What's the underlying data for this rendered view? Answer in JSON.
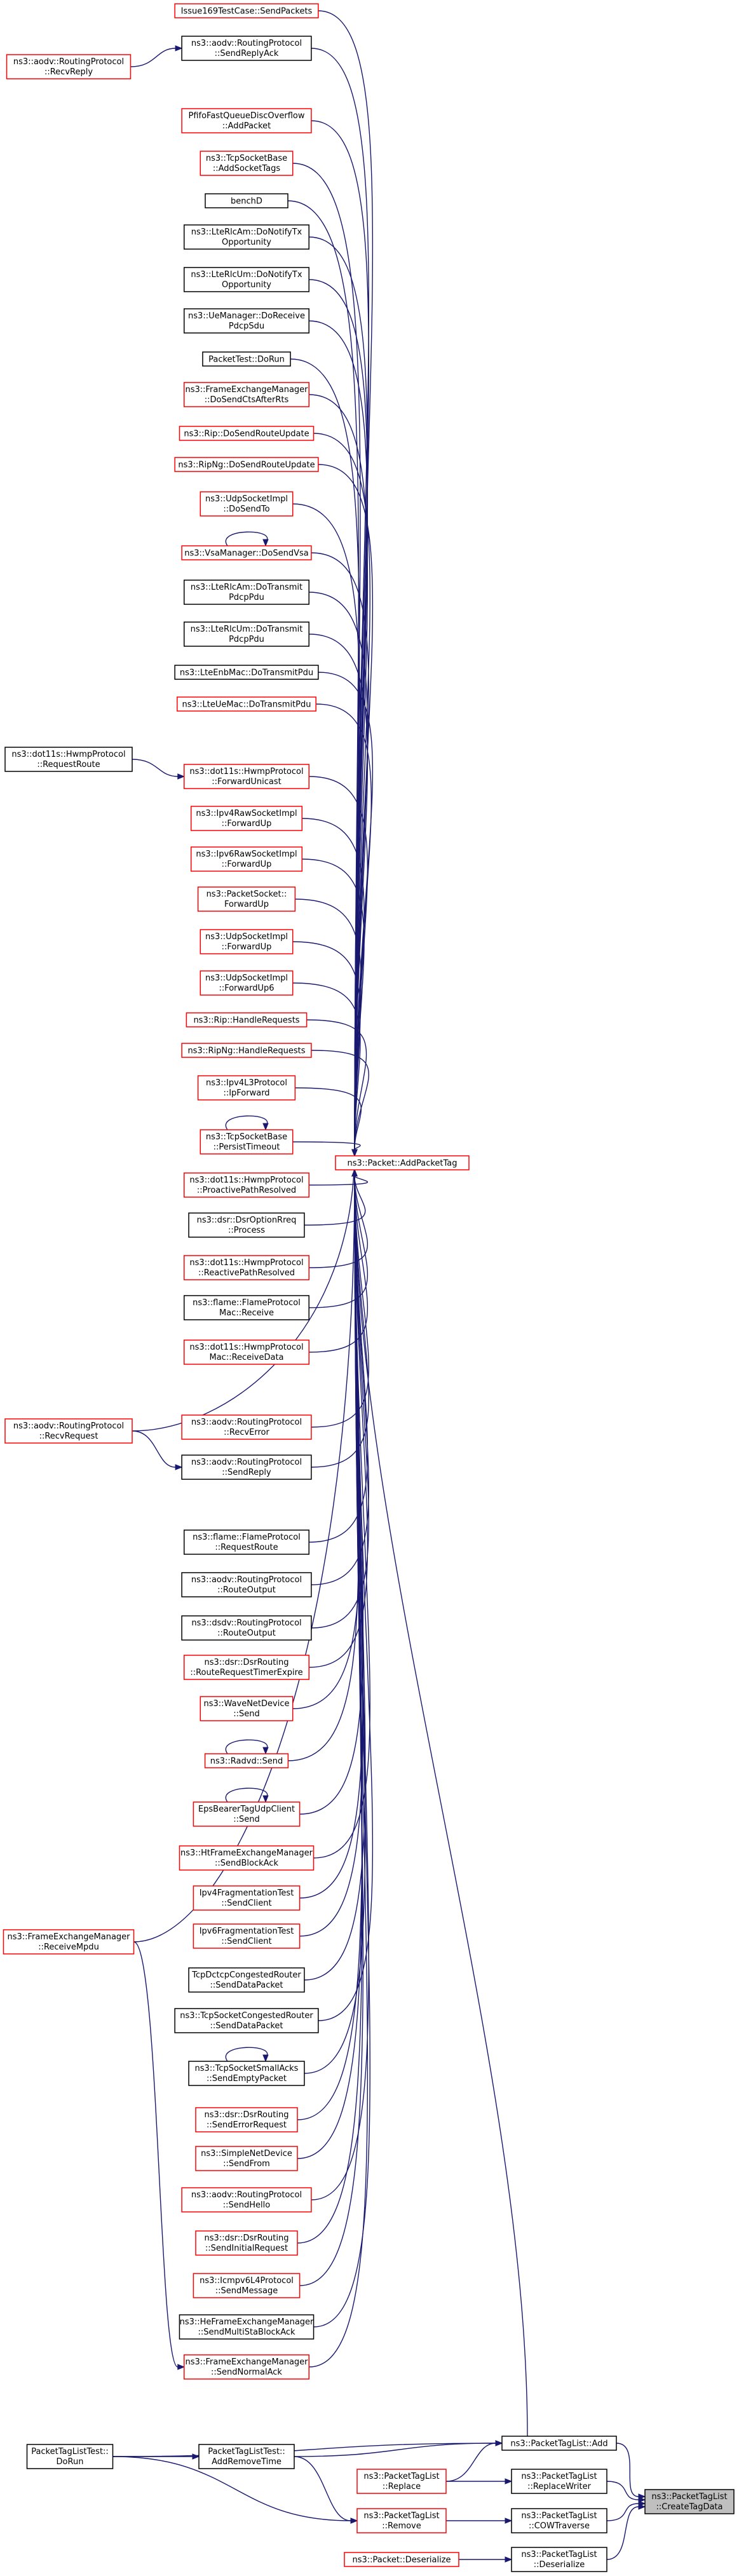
{
  "graph": {
    "target": [
      "ns3::PacketTagList",
      "::CreateTagData"
    ],
    "hub": [
      "ns3::Packet::AddPacketTag"
    ],
    "lower_nodes": {
      "add": [
        "ns3::PacketTagList::Add"
      ],
      "replace_writer": [
        "ns3::PacketTagList",
        "::ReplaceWriter"
      ],
      "cow_traverse": [
        "ns3::PacketTagList",
        "::COWTraverse"
      ],
      "deserialize": [
        "ns3::PacketTagList",
        "::Deserialize"
      ],
      "replace": [
        "ns3::PacketTagList",
        "::Replace"
      ],
      "remove": [
        "ns3::PacketTagList",
        "::Remove"
      ],
      "packet_deserialize": [
        "ns3::Packet::Deserialize"
      ],
      "add_remove_time": [
        "PacketTagListTest::",
        "AddRemoveTime"
      ],
      "do_run": [
        "PacketTagListTest::",
        "DoRun"
      ]
    },
    "left_nodes": {
      "recv_reply": [
        "ns3::aodv::RoutingProtocol",
        "::RecvReply"
      ],
      "request_route": [
        "ns3::dot11s::HwmpProtocol",
        "::RequestRoute"
      ],
      "recv_request": [
        "ns3::aodv::RoutingProtocol",
        "::RecvRequest"
      ],
      "receive_mpdu": [
        "ns3::FrameExchangeManager",
        "::ReceiveMpdu"
      ]
    },
    "callers": [
      {
        "lines": [
          "Issue169TestCase::SendPackets"
        ]
      },
      {
        "lines": [
          "ns3::aodv::RoutingProtocol",
          "::SendReplyAck"
        ]
      },
      {
        "lines": [
          "PfifoFastQueueDiscOverflow",
          "::AddPacket"
        ]
      },
      {
        "lines": [
          "ns3::TcpSocketBase",
          "::AddSocketTags"
        ]
      },
      {
        "lines": [
          "benchD"
        ]
      },
      {
        "lines": [
          "ns3::LteRlcAm::DoNotifyTx",
          "Opportunity"
        ]
      },
      {
        "lines": [
          "ns3::LteRlcUm::DoNotifyTx",
          "Opportunity"
        ]
      },
      {
        "lines": [
          "ns3::UeManager::DoReceive",
          "PdcpSdu"
        ]
      },
      {
        "lines": [
          "PacketTest::DoRun"
        ]
      },
      {
        "lines": [
          "ns3::FrameExchangeManager",
          "::DoSendCtsAfterRts"
        ]
      },
      {
        "lines": [
          "ns3::Rip::DoSendRouteUpdate"
        ]
      },
      {
        "lines": [
          "ns3::RipNg::DoSendRouteUpdate"
        ]
      },
      {
        "lines": [
          "ns3::UdpSocketImpl",
          "::DoSendTo"
        ]
      },
      {
        "lines": [
          "ns3::VsaManager::DoSendVsa"
        ]
      },
      {
        "lines": [
          "ns3::LteRlcAm::DoTransmit",
          "PdcpPdu"
        ]
      },
      {
        "lines": [
          "ns3::LteRlcUm::DoTransmit",
          "PdcpPdu"
        ]
      },
      {
        "lines": [
          "ns3::LteEnbMac::DoTransmitPdu"
        ]
      },
      {
        "lines": [
          "ns3::LteUeMac::DoTransmitPdu"
        ]
      },
      {
        "lines": [
          "ns3::dot11s::HwmpProtocol",
          "::ForwardUnicast"
        ]
      },
      {
        "lines": [
          "ns3::Ipv4RawSocketImpl",
          "::ForwardUp"
        ]
      },
      {
        "lines": [
          "ns3::Ipv6RawSocketImpl",
          "::ForwardUp"
        ]
      },
      {
        "lines": [
          "ns3::PacketSocket::",
          "ForwardUp"
        ]
      },
      {
        "lines": [
          "ns3::UdpSocketImpl",
          "::ForwardUp"
        ]
      },
      {
        "lines": [
          "ns3::UdpSocketImpl",
          "::ForwardUp6"
        ]
      },
      {
        "lines": [
          "ns3::Rip::HandleRequests"
        ]
      },
      {
        "lines": [
          "ns3::RipNg::HandleRequests"
        ]
      },
      {
        "lines": [
          "ns3::Ipv4L3Protocol",
          "::IpForward"
        ]
      },
      {
        "lines": [
          "ns3::TcpSocketBase",
          "::PersistTimeout"
        ]
      },
      {
        "lines": [
          "ns3::dot11s::HwmpProtocol",
          "::ProactivePathResolved"
        ]
      },
      {
        "lines": [
          "ns3::dsr::DsrOptionRreq",
          "::Process"
        ]
      },
      {
        "lines": [
          "ns3::dot11s::HwmpProtocol",
          "::ReactivePathResolved"
        ]
      },
      {
        "lines": [
          "ns3::flame::FlameProtocol",
          "Mac::Receive"
        ]
      },
      {
        "lines": [
          "ns3::dot11s::HwmpProtocol",
          "Mac::ReceiveData"
        ]
      },
      {
        "lines": [
          "ns3::aodv::RoutingProtocol",
          "::RecvError"
        ]
      },
      {
        "lines": [
          "ns3::aodv::RoutingProtocol",
          "::SendReply"
        ]
      },
      {
        "lines": [
          "ns3::flame::FlameProtocol",
          "::RequestRoute"
        ]
      },
      {
        "lines": [
          "ns3::aodv::RoutingProtocol",
          "::RouteOutput"
        ]
      },
      {
        "lines": [
          "ns3::dsdv::RoutingProtocol",
          "::RouteOutput"
        ]
      },
      {
        "lines": [
          "ns3::dsr::DsrRouting",
          "::RouteRequestTimerExpire"
        ]
      },
      {
        "lines": [
          "ns3::WaveNetDevice",
          "::Send"
        ]
      },
      {
        "lines": [
          "ns3::Radvd::Send"
        ]
      },
      {
        "lines": [
          "EpsBearerTagUdpClient",
          "::Send"
        ]
      },
      {
        "lines": [
          "ns3::HtFrameExchangeManager",
          "::SendBlockAck"
        ]
      },
      {
        "lines": [
          "Ipv4FragmentationTest",
          "::SendClient"
        ]
      },
      {
        "lines": [
          "Ipv6FragmentationTest",
          "::SendClient"
        ]
      },
      {
        "lines": [
          "TcpDctcpCongestedRouter",
          "::SendDataPacket"
        ]
      },
      {
        "lines": [
          "ns3::TcpSocketCongestedRouter",
          "::SendDataPacket"
        ]
      },
      {
        "lines": [
          "ns3::TcpSocketSmallAcks",
          "::SendEmptyPacket"
        ]
      },
      {
        "lines": [
          "ns3::dsr::DsrRouting",
          "::SendErrorRequest"
        ]
      },
      {
        "lines": [
          "ns3::SimpleNetDevice",
          "::SendFrom"
        ]
      },
      {
        "lines": [
          "ns3::aodv::RoutingProtocol",
          "::SendHello"
        ]
      },
      {
        "lines": [
          "ns3::dsr::DsrRouting",
          "::SendInitialRequest"
        ]
      },
      {
        "lines": [
          "ns3::Icmpv6L4Protocol",
          "::SendMessage"
        ]
      },
      {
        "lines": [
          "ns3::HeFrameExchangeManager",
          "::SendMultiStaBlockAck"
        ]
      },
      {
        "lines": [
          "ns3::FrameExchangeManager",
          "::SendNormalAck"
        ]
      }
    ]
  }
}
